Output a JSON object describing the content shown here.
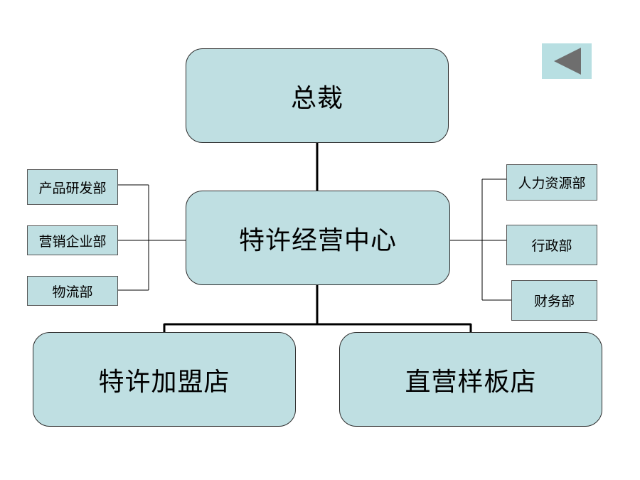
{
  "colors": {
    "node_fill": "#bfdfe2",
    "stroke": "#000000",
    "back_button_fill": "#b8dfe2",
    "back_arrow": "#6e6e6e"
  },
  "nav": {
    "back_icon": "back-triangle-icon"
  },
  "org": {
    "top": "总裁",
    "center": "特许经营中心",
    "left_departments": [
      "产品研发部",
      "营销企业部",
      "物流部"
    ],
    "right_departments": [
      "人力资源部",
      "行政部",
      "财务部"
    ],
    "bottom_left": "特许加盟店",
    "bottom_right": "直营样板店"
  }
}
